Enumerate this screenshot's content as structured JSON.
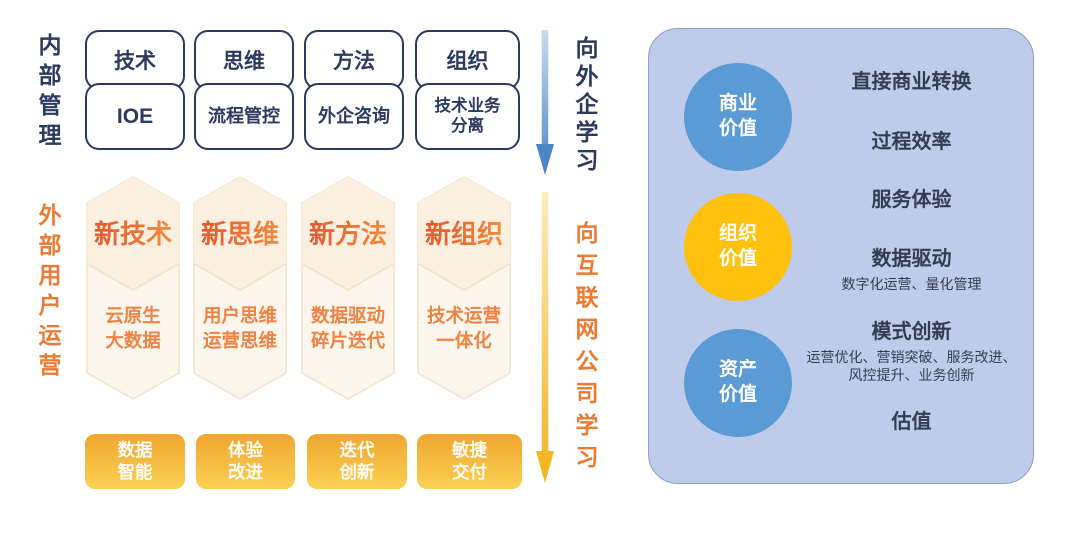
{
  "colors": {
    "navy": "#2c3a5e",
    "orange": "#ed7a33",
    "banner_fill": "#fdf6ec",
    "banner_border": "#f3e4cd",
    "yellow_box_top": "#f0a530",
    "yellow_box_bottom": "#fbd152",
    "blue_arrow": "#4c86c4",
    "yellow_arrow": "#f1b31e",
    "panel_bg": "#bfcbea",
    "circle_blue": "#5b9bd5",
    "circle_yellow": "#fec10d",
    "panel_text": "#333d52"
  },
  "left_diagram": {
    "internal_label": "内部管理",
    "learn_foreign_label": "向外企学习",
    "external_label": "外部用户运营",
    "learn_internet_label": "向互联网公司学习",
    "top_row": [
      {
        "title": "技术",
        "detail": "IOE"
      },
      {
        "title": "思维",
        "detail": "流程管控"
      },
      {
        "title": "方法",
        "detail": "外企咨询"
      },
      {
        "title": "组织",
        "detail": "技术业务\n分离"
      }
    ],
    "banners": [
      {
        "title": "新技术",
        "detail": "云原生\n大数据"
      },
      {
        "title": "新思维",
        "detail": "用户思维\n运营思维"
      },
      {
        "title": "新方法",
        "detail": "数据驱动\n碎片迭代"
      },
      {
        "title": "新组织",
        "detail": "技术运营\n一体化"
      }
    ],
    "bottom_row": [
      "数据\n智能",
      "体验\n改进",
      "迭代\n创新",
      "敏捷\n交付"
    ]
  },
  "value_panel": {
    "circles": [
      {
        "label": "商业\n价值",
        "color": "#5b9bd5"
      },
      {
        "label": "组织\n价值",
        "color": "#fec10d"
      },
      {
        "label": "资产\n价值",
        "color": "#5b9bd5"
      }
    ],
    "items": [
      {
        "title": "直接商业转换",
        "subtitle": ""
      },
      {
        "title": "过程效率",
        "subtitle": ""
      },
      {
        "title": "服务体验",
        "subtitle": ""
      },
      {
        "title": "数据驱动",
        "subtitle": "数字化运营、量化管理"
      },
      {
        "title": "模式创新",
        "subtitle": "运营优化、营销突破、服务改进、\n风控提升、业务创新"
      },
      {
        "title": "估值",
        "subtitle": ""
      }
    ]
  }
}
